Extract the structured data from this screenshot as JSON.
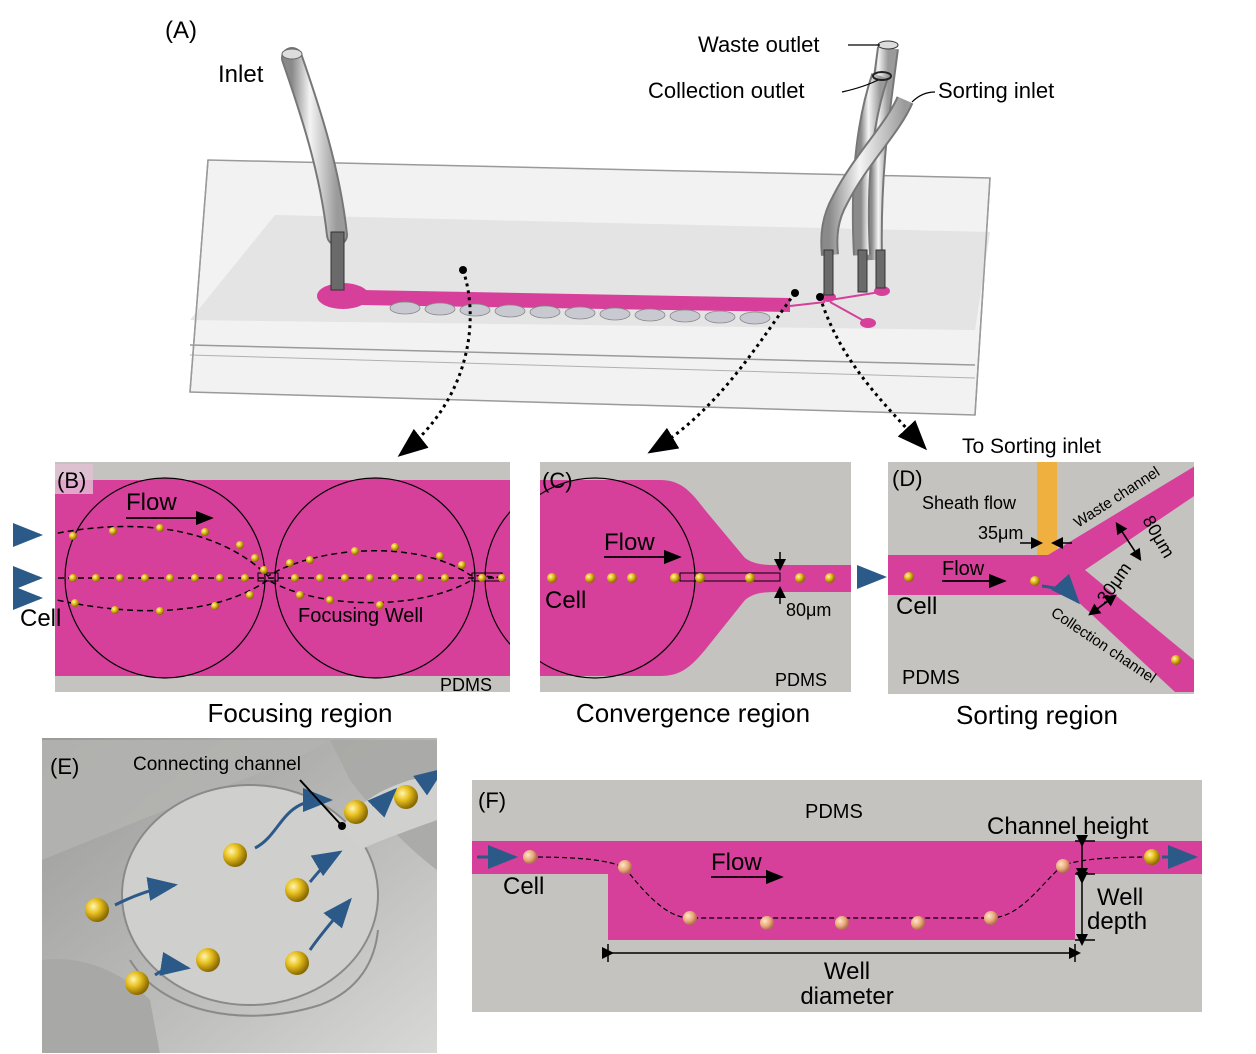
{
  "panel_a": {
    "label": "(A)",
    "inlet": "Inlet",
    "waste_outlet": "Waste outlet",
    "collection_outlet": "Collection outlet",
    "sorting_inlet": "Sorting inlet"
  },
  "panel_b": {
    "label": "(B)",
    "flow": "Flow",
    "cell": "Cell",
    "focusing_well": "Focusing Well",
    "pdms": "PDMS",
    "caption": "Focusing region"
  },
  "panel_c": {
    "label": "(C)",
    "flow": "Flow",
    "cell": "Cell",
    "width": "80μm",
    "pdms": "PDMS",
    "caption": "Convergence region"
  },
  "panel_d": {
    "label": "(D)",
    "to_sorting_inlet": "To Sorting inlet",
    "sheath_flow": "Sheath flow",
    "sheath_width": "35μm",
    "waste_channel": "Waste channel",
    "waste_width": "80μm",
    "collection_width": "30μm",
    "collection_channel": "Collection channel",
    "flow": "Flow",
    "cell": "Cell",
    "pdms": "PDMS",
    "caption": "Sorting region"
  },
  "panel_e": {
    "label": "(E)",
    "connecting_channel": "Connecting channel"
  },
  "panel_f": {
    "label": "(F)",
    "pdms": "PDMS",
    "channel_height": "Channel height",
    "flow": "Flow",
    "cell": "Cell",
    "well_depth_1": "Well",
    "well_depth_2": "depth",
    "well_diameter_1": "Well",
    "well_diameter_2": "diameter"
  },
  "colors": {
    "channel": "#d6409a",
    "pdms": "#c5c3bf",
    "cell": "#e8c020",
    "arrow": "#2b5a88",
    "sheath": "#f0b040"
  }
}
